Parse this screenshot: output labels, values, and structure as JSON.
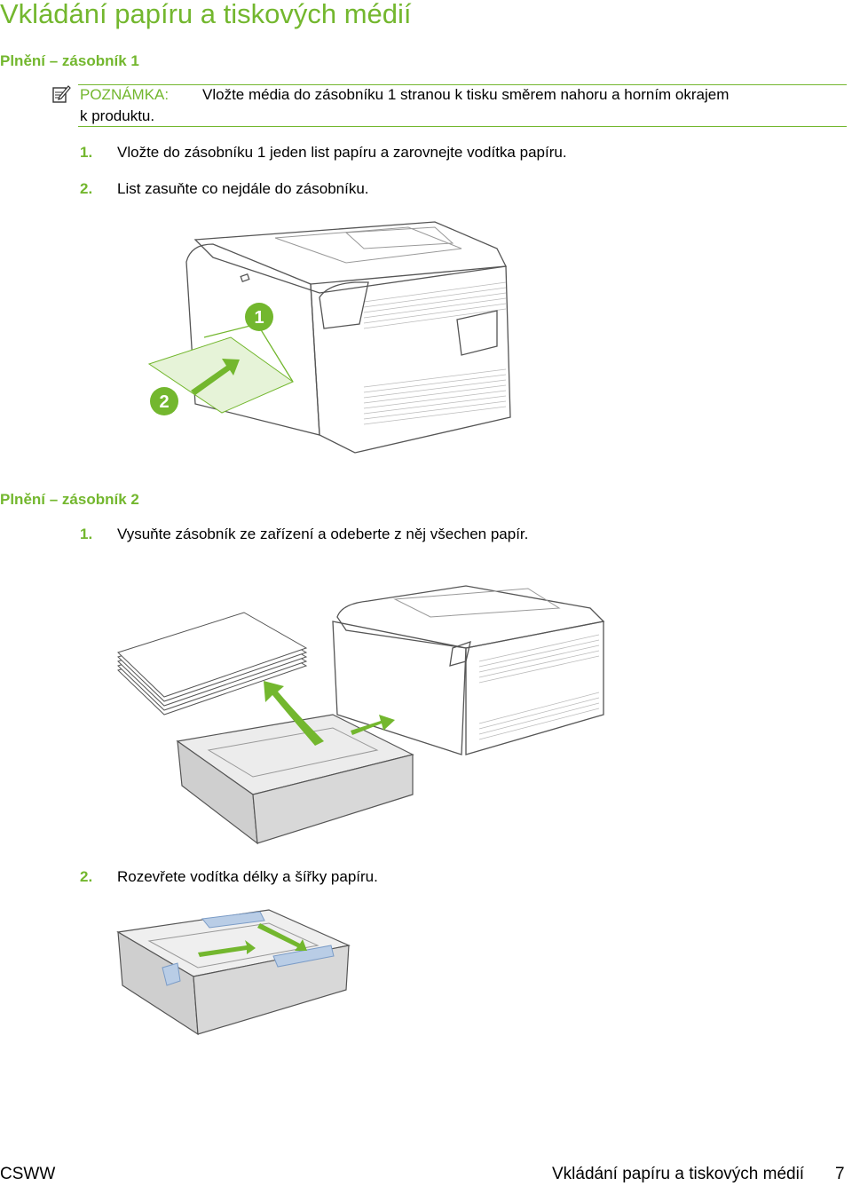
{
  "page": {
    "title": "Vkládání papíru a tiskových médií",
    "section1": {
      "heading": "Plnění – zásobník 1",
      "note": {
        "label": "POZNÁMKA:",
        "text_line1": "Vložte média do zásobníku 1 stranou k tisku směrem nahoru a horním okrajem",
        "text_line2": "k produktu."
      },
      "steps": [
        {
          "num": "1.",
          "text": "Vložte do zásobníku 1 jeden list papíru a zarovnejte vodítka papíru."
        },
        {
          "num": "2.",
          "text": "List zasuňte co nejdále do zásobníku."
        }
      ],
      "figure_callouts": [
        "1",
        "2"
      ]
    },
    "section2": {
      "heading": "Plnění – zásobník 2",
      "steps": [
        {
          "num": "1.",
          "text": "Vysuňte zásobník ze zařízení a odeberte z něj všechen papír."
        },
        {
          "num": "2.",
          "text": "Rozevřete vodítka délky a šířky papíru."
        }
      ]
    },
    "footer": {
      "left": "CSWW",
      "center": "Vkládání papíru a tiskových médií",
      "page_number": "7"
    },
    "colors": {
      "accent": "#73b72e",
      "guide_blue": "#b9cde6",
      "tray_gray": "#cfcfcf"
    },
    "icons": [
      "note-icon",
      "printer-illustration",
      "tray-illustration"
    ]
  }
}
